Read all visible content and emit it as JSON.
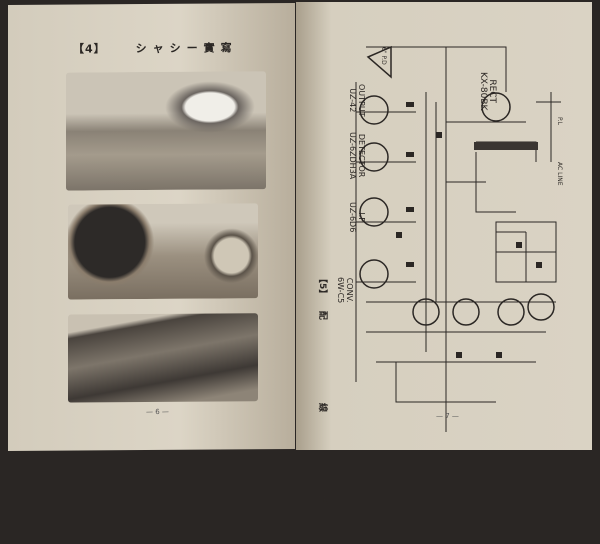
{
  "left_page": {
    "section_number": "【4】",
    "title": "シャシー實寫",
    "page_number": "— 6 —",
    "photos": [
      "chassis-rear-view",
      "chassis-front-speaker-view",
      "chassis-underside-view"
    ]
  },
  "right_page": {
    "section_number": "【5】",
    "title": "配 線 圖",
    "page_number": "— 7 —",
    "tubes": [
      {
        "role": "CONV.",
        "type": "6W-C5"
      },
      {
        "role": "I.F",
        "type": "UZ-6D6"
      },
      {
        "role": "DETECTOR",
        "type": "UZ-6ZDH3A"
      },
      {
        "role": "OUTPUT",
        "type": "UZ-42"
      },
      {
        "role": "RECT",
        "type": "KX-80BK"
      }
    ],
    "labels": {
      "speaker": "6\" P.D",
      "ac_line": "AC LINE",
      "pl": "P.L"
    }
  }
}
